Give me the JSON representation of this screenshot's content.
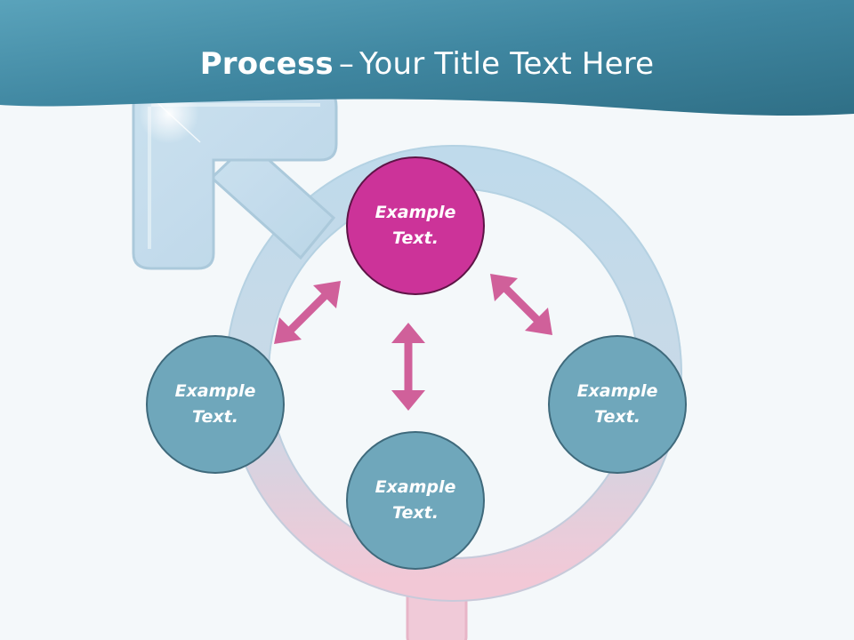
{
  "title": {
    "bold": "Process",
    "dash": "–",
    "rest": "Your Title Text Here"
  },
  "nodes": {
    "top": {
      "line1": "Example",
      "line2": "Text."
    },
    "left": {
      "line1": "Example",
      "line2": "Text."
    },
    "right": {
      "line1": "Example",
      "line2": "Text."
    },
    "bottom": {
      "line1": "Example",
      "line2": "Text."
    }
  },
  "colors": {
    "header": "#3f86a0",
    "accent_node": "#cc3399",
    "node": "#6fa7bb",
    "arrow": "#d0609a"
  }
}
